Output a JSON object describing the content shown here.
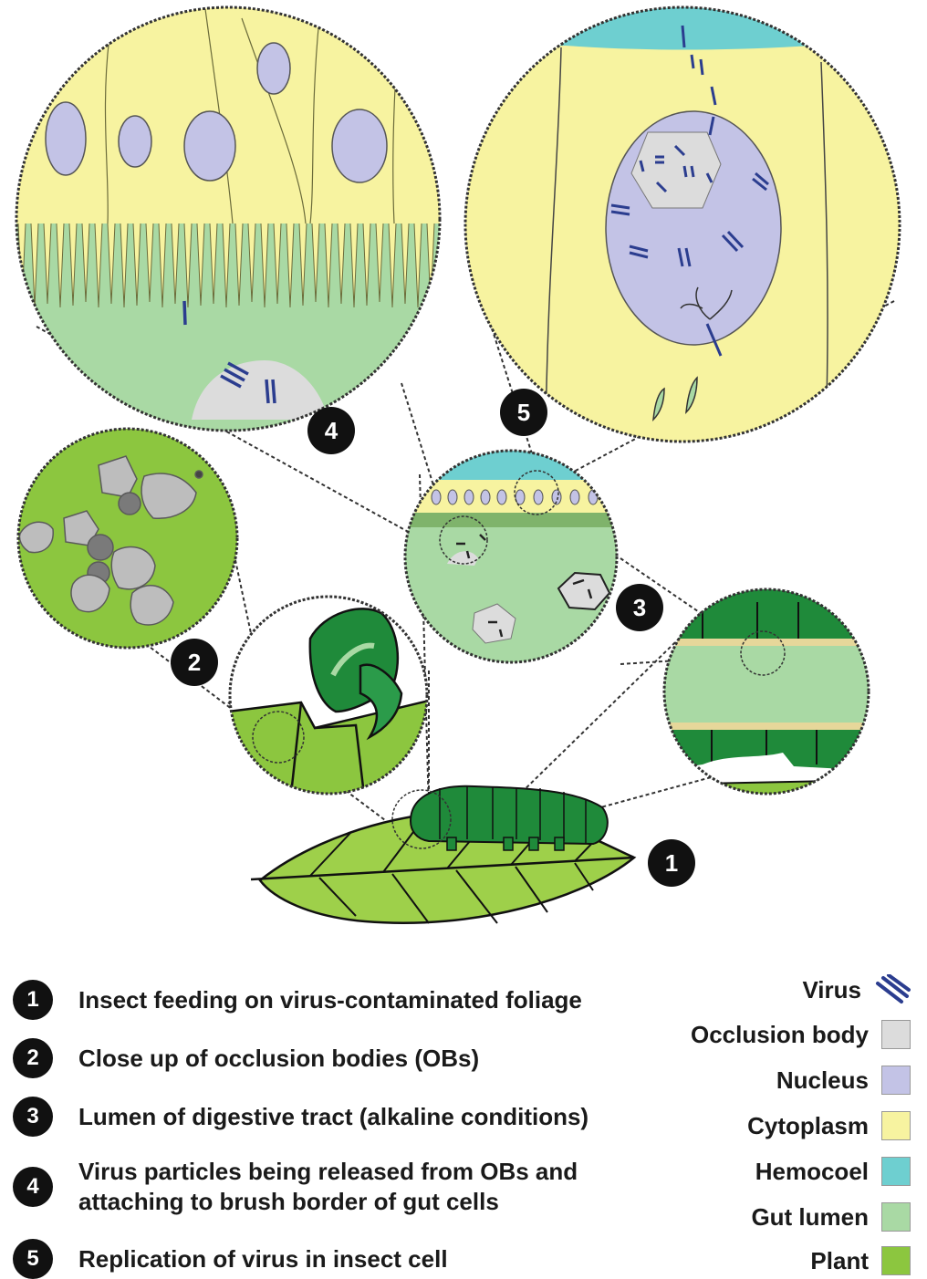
{
  "steps": [
    {
      "number": "1",
      "text": "Insect feeding on virus-contaminated foliage"
    },
    {
      "number": "2",
      "text": "Close up of occlusion bodies (OBs)"
    },
    {
      "number": "3",
      "text": "Lumen of digestive tract (alkaline conditions)"
    },
    {
      "number": "4",
      "text": "Virus particles being released from OBs and attaching to brush border of gut cells"
    },
    {
      "number": "5",
      "text": "Replication of virus in insect cell"
    }
  ],
  "legend": [
    {
      "label": "Virus",
      "color": "#2b3d8f",
      "icon": "virus-icon"
    },
    {
      "label": "Occlusion body",
      "color": "#dcdcdc"
    },
    {
      "label": "Nucleus",
      "color": "#c3c3e6"
    },
    {
      "label": "Cytoplasm",
      "color": "#f7f3a0"
    },
    {
      "label": "Hemocoel",
      "color": "#6ecfd0"
    },
    {
      "label": "Gut lumen",
      "color": "#a9d9a4"
    },
    {
      "label": "Plant",
      "color": "#8cc63f"
    }
  ],
  "callouts": [
    "4",
    "5",
    "2",
    "3",
    "1"
  ],
  "colors": {
    "cytoplasm": "#f7f3a0",
    "nucleus": "#c3c3e6",
    "hemocoel": "#6ecfd0",
    "gut_lumen": "#a9d9a4",
    "plant": "#8cc63f",
    "leaf": "#9ed04a",
    "caterpillar": "#1f8a3a",
    "occlusion_body": "#dcdcdc",
    "virus": "#2b3d8f"
  }
}
